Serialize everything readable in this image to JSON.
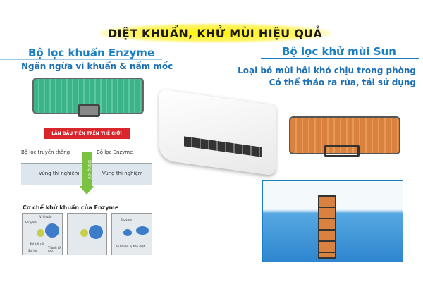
{
  "banner": {
    "title": "DIỆT KHUẨN, KHỬ MÙI HIỆU QUẢ"
  },
  "left": {
    "heading": "Bộ lọc khuẩn Enzyme",
    "subheading": "Ngăn ngừa vi khuẩn & nấm mốc",
    "ribbon": "LẦN ĐẦU TIÊN TRÊN THẾ GIỚI",
    "traditional_label": "Bộ lọc truyền thống",
    "enzyme_label": "Bộ lọc Enzyme",
    "zone_left": "Vùng thí nghiệm",
    "zone_right": "Vùng thí nghiệm",
    "airflow": "Dòng khí",
    "mechanism_title": "Cơ chế khử khuẩn của Enzyme",
    "panel1": {
      "bacteria": "Vi khuẩn",
      "enzyme": "Enzyme",
      "link": "Sợi kết nối",
      "fiber": "Sợi lọc",
      "cell": "Thành tế bào"
    },
    "panel3": {
      "enzyme": "Enzyme",
      "killed": "Vi khuẩn bị tiêu diệt"
    }
  },
  "right": {
    "heading": "Bộ lọc khử mùi Sun",
    "line1": "Loại bỏ mùi hôi khó chịu trong phòng",
    "line2": "Có thể tháo ra rửa, tái sử dụng"
  },
  "colors": {
    "accent": "#1b7fc4",
    "banner": "#fff200",
    "ribbon": "#d8262c"
  }
}
